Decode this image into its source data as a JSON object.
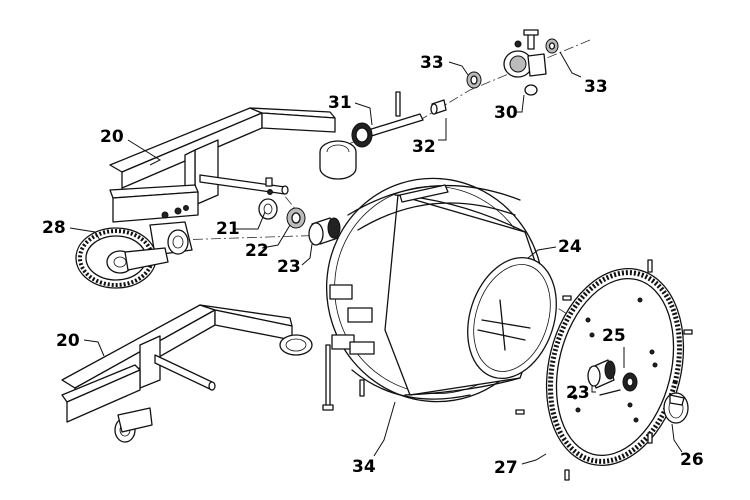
{
  "callouts": [
    {
      "id": "c20a",
      "label": "20"
    },
    {
      "id": "c20b",
      "label": "20"
    },
    {
      "id": "c21",
      "label": "21"
    },
    {
      "id": "c22",
      "label": "22"
    },
    {
      "id": "c23a",
      "label": "23"
    },
    {
      "id": "c23b",
      "label": "23"
    },
    {
      "id": "c24",
      "label": "24"
    },
    {
      "id": "c25",
      "label": "25"
    },
    {
      "id": "c26",
      "label": "26"
    },
    {
      "id": "c27",
      "label": "27"
    },
    {
      "id": "c28",
      "label": "28"
    },
    {
      "id": "c30",
      "label": "30"
    },
    {
      "id": "c31",
      "label": "31"
    },
    {
      "id": "c32",
      "label": "32"
    },
    {
      "id": "c33a",
      "label": "33"
    },
    {
      "id": "c33b",
      "label": "33"
    },
    {
      "id": "c34",
      "label": "34"
    }
  ]
}
